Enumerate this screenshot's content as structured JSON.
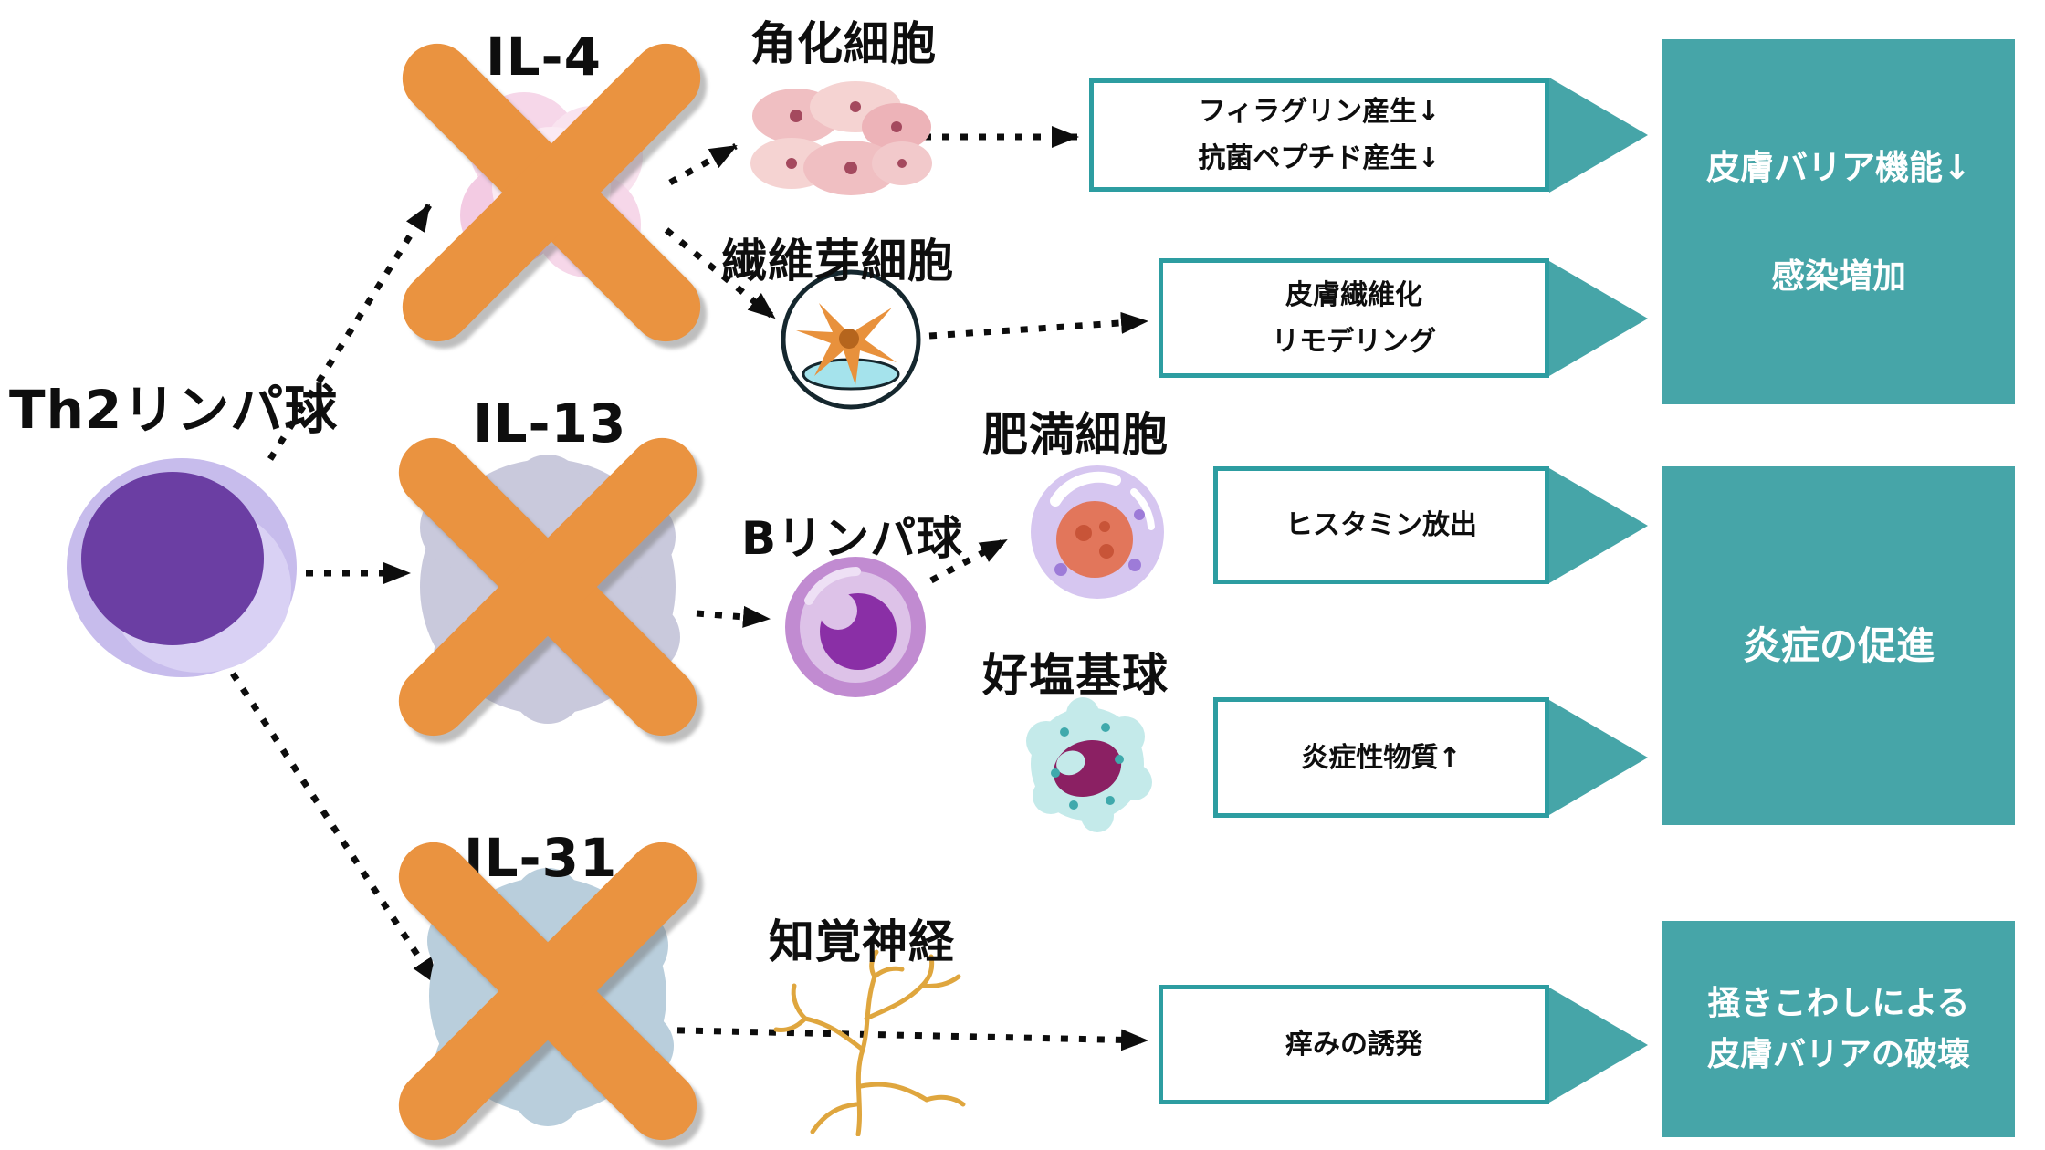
{
  "colors": {
    "orange": "#EA9340",
    "teal": "#46A5A8",
    "box_border": "#2D9DA1",
    "arrow": "#0d0d0d"
  },
  "icons": {
    "th2_cell": "purple-lymphocyte",
    "il4_cell": "pink-cell-blocked",
    "il13_cell": "gray-cell-blocked",
    "il31_cell": "blue-cell-blocked",
    "keratinocyte": "pink-cell-cluster",
    "fibroblast": "spindle-cell-in-dish",
    "b_cell": "purple-b-lymphocyte",
    "mast_cell": "granule-cell",
    "basophil": "basophil-granulocyte",
    "nerve": "branching-nerve",
    "cross": "orange-x-blocked"
  },
  "source": {
    "label": "Th2リンパ球"
  },
  "pathways": [
    {
      "cytokine": "IL-4",
      "targets": [
        {
          "name": "角化細胞"
        },
        {
          "name": "繊維芽細胞"
        }
      ],
      "effects": [
        {
          "line1": "フィラグリン産生↓",
          "line2": "抗菌ペプチド産生↓"
        },
        {
          "line1": "皮膚繊維化",
          "line2": "リモデリング"
        }
      ],
      "outcome": {
        "line1": "皮膚バリア機能↓",
        "line2": "感染増加"
      }
    },
    {
      "cytokine": "IL-13",
      "targets": [
        {
          "name": "Bリンパ球"
        },
        {
          "name": "肥満細胞"
        },
        {
          "name": "好塩基球"
        }
      ],
      "effects": [
        {
          "line1": "ヒスタミン放出"
        },
        {
          "line1": "炎症性物質↑"
        }
      ],
      "outcome": {
        "line1": "炎症の促進"
      }
    },
    {
      "cytokine": "IL-31",
      "targets": [
        {
          "name": "知覚神経"
        }
      ],
      "effects": [
        {
          "line1": "痒みの誘発"
        }
      ],
      "outcome": {
        "line1": "掻きこわしによる",
        "line2": "皮膚バリアの破壊"
      }
    }
  ]
}
